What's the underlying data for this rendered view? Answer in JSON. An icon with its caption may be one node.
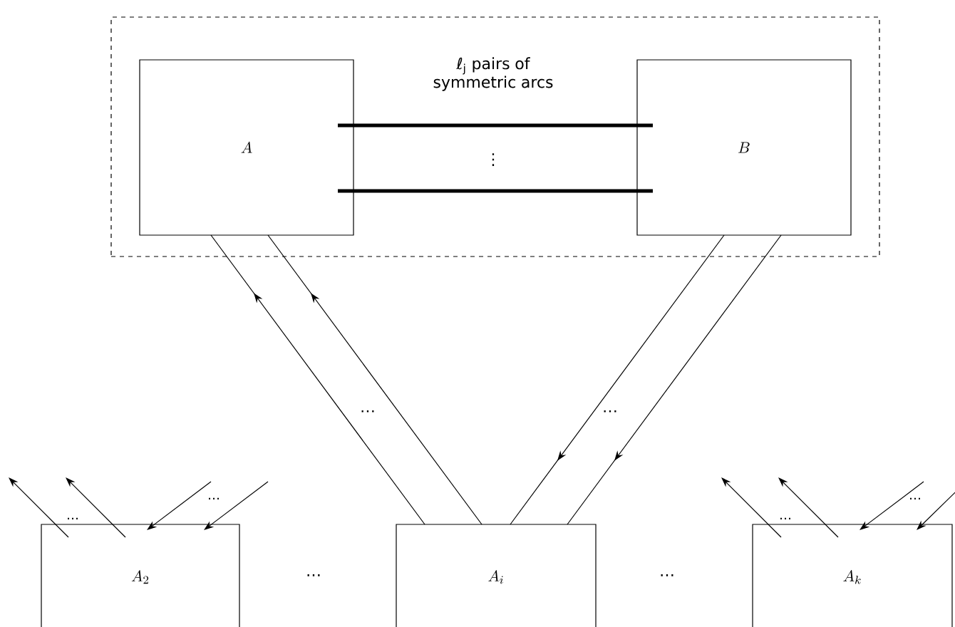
{
  "diagram": {
    "nodes": [
      {
        "text": [],
        "shape": "box"
      },
      {
        "text": [
          "A"
        ],
        "in": 0
      },
      {
        "text": [
          "B"
        ],
        "in": 0
      },
      {
        "text": [
          "A_2"
        ]
      },
      {
        "text": [
          "A_i"
        ]
      },
      {
        "text": [
          "A_k"
        ]
      }
    ],
    "edges": [
      {
        "from": 1,
        "to": 2,
        "arrow": "none",
        "style": "thick"
      },
      {
        "from": 1,
        "to": 2,
        "arrow": "none",
        "style": "thick"
      },
      {
        "from": 4,
        "to": 1,
        "arrow": "to"
      },
      {
        "from": 4,
        "to": 1,
        "arrow": "to"
      },
      {
        "from": 2,
        "to": 4,
        "arrow": "to"
      },
      {
        "from": 2,
        "to": 4,
        "arrow": "to"
      },
      {
        "from": 3,
        "to": null,
        "arrow": "to"
      },
      {
        "from": 3,
        "to": null,
        "arrow": "to"
      },
      {
        "from": null,
        "to": 3,
        "arrow": "to"
      },
      {
        "from": null,
        "to": 3,
        "arrow": "to"
      },
      {
        "from": 5,
        "to": null,
        "arrow": "to"
      },
      {
        "from": 5,
        "to": null,
        "arrow": "to"
      },
      {
        "from": null,
        "to": 5,
        "arrow": "to"
      },
      {
        "from": null,
        "to": 5,
        "arrow": "to"
      }
    ],
    "labels": [
      "ℓ$_{j}$ pairs of symmetric arcs",
      "⋮",
      "⋯",
      "⋯",
      "⋯",
      "⋯",
      "⋯",
      "⋯",
      "⋯",
      "⋯"
    ]
  }
}
